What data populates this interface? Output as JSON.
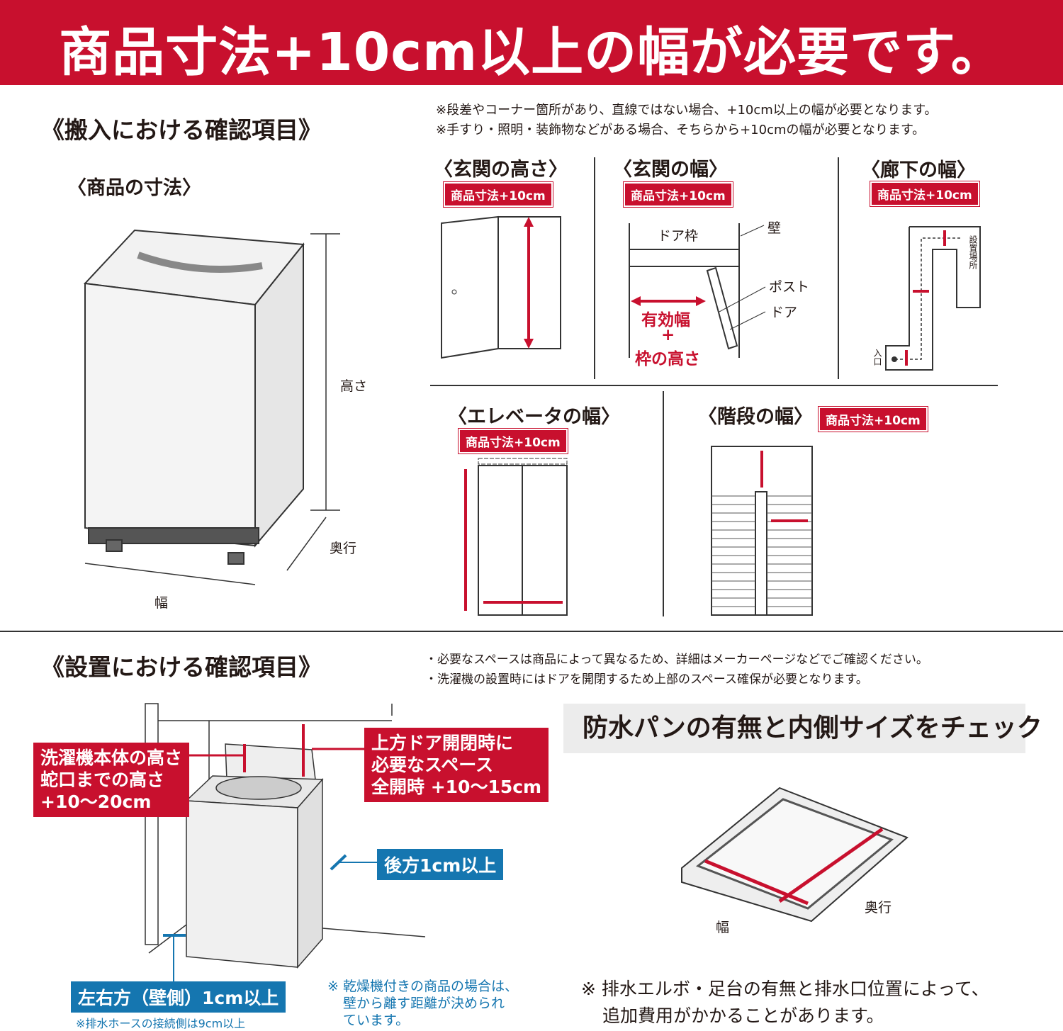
{
  "title": "商品寸法+10cm以上の幅が必要です。",
  "delivery": {
    "heading": "《搬入における確認項目》",
    "notes": [
      "※段差やコーナー箇所があり、直線ではない場合、+10cm以上の幅が必要となります。",
      "※手すり・照明・装飾物などがある場合、そちらから+10cmの幅が必要となります。"
    ],
    "product": {
      "heading": "〈商品の寸法〉",
      "height": "高さ",
      "depth": "奥行",
      "width": "幅"
    },
    "entrance_height": {
      "heading": "〈玄関の高さ〉",
      "badge": "商品寸法+10cm"
    },
    "entrance_width": {
      "heading": "〈玄関の幅〉",
      "badge": "商品寸法+10cm",
      "door_frame": "ドア枠",
      "wall": "壁",
      "post": "ポスト",
      "door": "ドア",
      "effective_width": "有効幅",
      "plus": "+",
      "frame_height": "枠の高さ"
    },
    "hallway_width": {
      "heading": "〈廊下の幅〉",
      "badge": "商品寸法+10cm",
      "install_place": "設置場所",
      "entrance": "入口"
    },
    "elevator_width": {
      "heading": "〈エレベータの幅〉",
      "badge": "商品寸法+10cm"
    },
    "stairs_width": {
      "heading": "〈階段の幅〉",
      "badge": "商品寸法+10cm"
    }
  },
  "installation": {
    "heading": "《設置における確認項目》",
    "notes": [
      "・必要なスペースは商品によって異なるため、詳細はメーカーページなどでご確認ください。",
      "・洗濯機の設置時にはドアを開閉するため上部のスペース確保が必要となります。"
    ],
    "height_box": [
      "洗濯機本体の高さ",
      "蛇口までの高さ",
      "+10〜20cm"
    ],
    "door_box": [
      "上方ドア開閉時に",
      "必要なスペース",
      "全開時 +10〜15cm"
    ],
    "rear": "後方1cm以上",
    "side": "左右方（壁側）1cm以上",
    "side_note": "※排水ホースの接続側は9cm以上",
    "dryer_note": [
      "※ 乾燥機付きの商品の場合は、",
      "壁から離す距離が決められ",
      "ています。"
    ],
    "pan_heading": "防水パンの有無と内側サイズをチェック",
    "pan_width": "幅",
    "pan_depth": "奥行",
    "pan_note": [
      "※ 排水エルボ・足台の有無と排水口位置によって、",
      "追加費用がかかることがあります。"
    ]
  },
  "colors": {
    "accent_red": "#c8102e",
    "accent_blue": "#1576b0"
  }
}
